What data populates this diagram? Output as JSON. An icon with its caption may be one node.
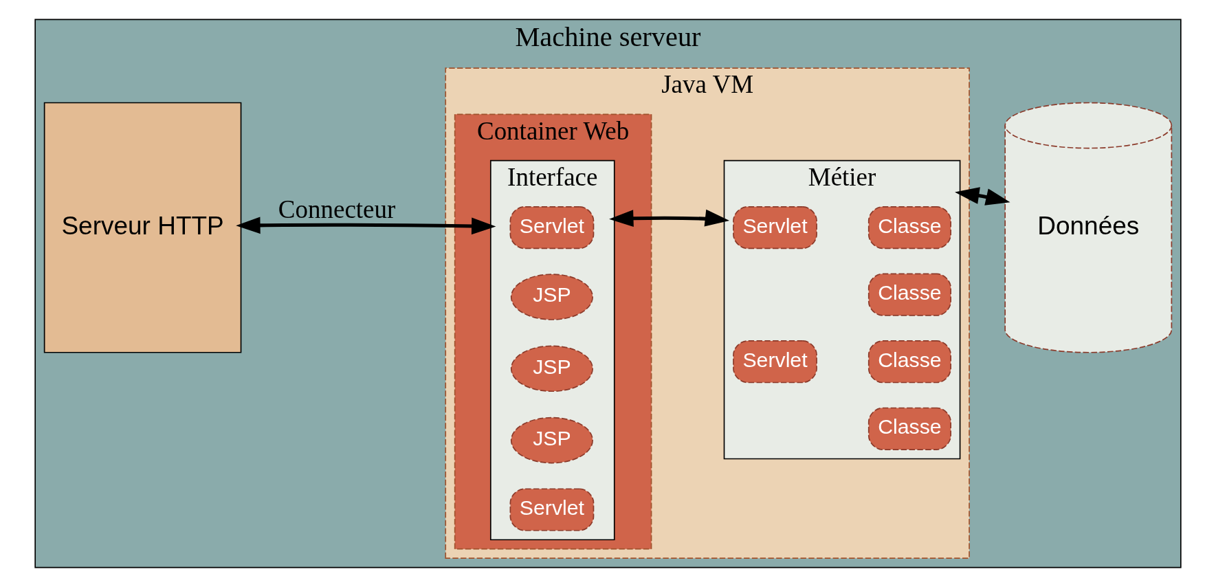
{
  "diagram": {
    "nodes": [
      {
        "text": [
          "Machine serveur"
        ]
      },
      {
        "text": [
          "Java VM"
        ],
        "in": 0
      },
      {
        "text": [
          "Container Web"
        ],
        "in": 1
      },
      {
        "text": [
          "Interface"
        ],
        "in": 2
      },
      {
        "text": [
          "Servlet"
        ],
        "in": 3
      },
      {
        "text": [
          "JSP"
        ],
        "in": 3
      },
      {
        "text": [
          "JSP"
        ],
        "in": 3
      },
      {
        "text": [
          "JSP"
        ],
        "in": 3
      },
      {
        "text": [
          "Servlet"
        ],
        "in": 3
      },
      {
        "text": [
          "Métier"
        ],
        "in": 1
      },
      {
        "text": [
          "Servlet"
        ],
        "in": 9
      },
      {
        "text": [
          "Servlet"
        ],
        "in": 9
      },
      {
        "text": [
          "Classe"
        ],
        "in": 9
      },
      {
        "text": [
          "Classe"
        ],
        "in": 9
      },
      {
        "text": [
          "Classe"
        ],
        "in": 9
      },
      {
        "text": [
          "Classe"
        ],
        "in": 9
      },
      {
        "text": [
          "Serveur HTTP"
        ],
        "in": 0
      },
      {
        "text": [
          "Données"
        ],
        "in": 0
      }
    ],
    "edges": [
      {
        "from": 16,
        "to": 3,
        "arrow": "both",
        "label": "Connecteur"
      },
      {
        "from": 3,
        "to": 9,
        "arrow": "both"
      },
      {
        "from": 9,
        "to": 17,
        "arrow": "both"
      }
    ]
  }
}
